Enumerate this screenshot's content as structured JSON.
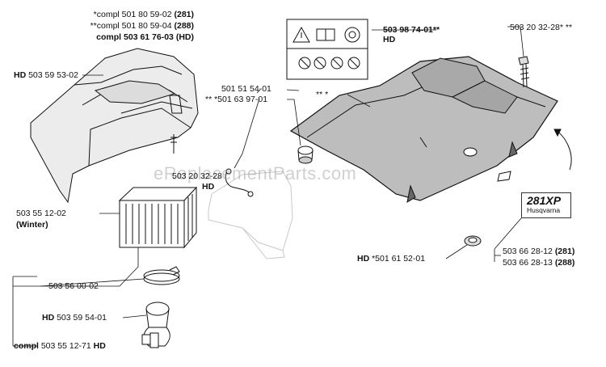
{
  "labels": {
    "compl_281": {
      "pre": "*compl 501 80 59-02 ",
      "bold": "(281)"
    },
    "compl_288": {
      "pre": "**compl 501 80 59-04 ",
      "bold": "(288)"
    },
    "compl_hd": {
      "pre": "compl 503 61 76-03 ",
      "bold": "(HD)"
    },
    "hd_503_59_53_02": {
      "bold": "HD",
      "post": " 503 59 53-02"
    },
    "p_501_51_54_01": "501 51 54-01",
    "p_501_63_97_01": "** *501 63 97-01",
    "p_503_98_74_01": "503 98 74-01**",
    "p_503_98_74_01_hd": "HD",
    "p_503_20_32_28_top": "503 20 32-28* **",
    "p_stars": "** *",
    "p_503_20_32_28_mid": "503 20 32-28",
    "p_503_20_32_28_mid_hd": "HD",
    "p_503_55_12_02": "503 55 12-02",
    "p_winter": "(Winter)",
    "p_503_56_00_02": "503 56 00-02",
    "hd_503_59_54_01": {
      "bold": "HD",
      "post": " 503 59 54-01"
    },
    "compl_503_55_12_71": {
      "bold": "compl",
      "mid": " 503 55 12-71 ",
      "bold2": "HD"
    },
    "hd_501_61_52_01": {
      "bold": "HD",
      "post": " *501 61 52-01"
    },
    "p_503_66_28_12": {
      "pre": "503 66 28-12 ",
      "bold": "(281)"
    },
    "p_503_66_28_13": {
      "pre": "503 66 28-13 ",
      "bold": "(288)"
    }
  },
  "badge": {
    "model": "281XP",
    "brand": "Husqvarna"
  },
  "watermark": "eReplacementParts.com"
}
